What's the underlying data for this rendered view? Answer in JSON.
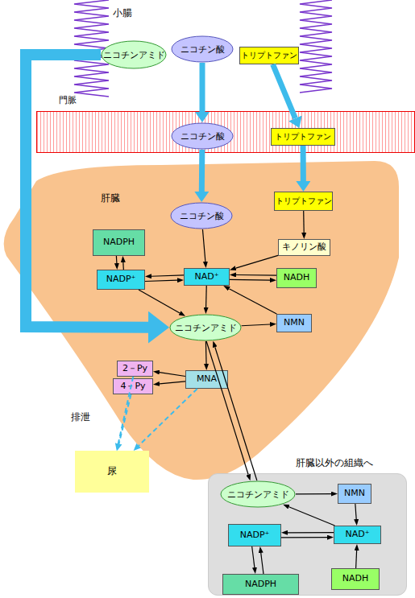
{
  "diagram": {
    "nodes": [
      {
        "text": [
          "ニコチンアミド"
        ]
      },
      {
        "text": [
          "ニコチン酸"
        ]
      },
      {
        "text": [
          "トリプトファン"
        ]
      },
      {
        "text": [
          "門脈"
        ]
      },
      {
        "text": [
          "ニコチン酸"
        ],
        "in": 3
      },
      {
        "text": [
          "トリプトファン"
        ],
        "in": 3
      },
      {
        "text": [
          "肝臓"
        ]
      },
      {
        "text": [
          "ニコチン酸"
        ],
        "in": 6
      },
      {
        "text": [
          "トリプトファン"
        ],
        "in": 6
      },
      {
        "text": [
          "NADPH"
        ],
        "in": 6
      },
      {
        "text": [
          "キノリン酸"
        ],
        "in": 6
      },
      {
        "text": [
          "NADP⁺"
        ],
        "in": 6
      },
      {
        "text": [
          "NAD⁺"
        ],
        "in": 6
      },
      {
        "text": [
          "NADH"
        ],
        "in": 6
      },
      {
        "text": [
          "ニコチンアミド"
        ],
        "in": 6
      },
      {
        "text": [
          "NMN"
        ],
        "in": 6
      },
      {
        "text": [
          "2－Py"
        ],
        "in": 6
      },
      {
        "text": [
          "4－Py"
        ],
        "in": 6
      },
      {
        "text": [
          "MNA"
        ],
        "in": 6
      },
      {
        "text": [
          "尿"
        ]
      },
      {
        "text": [
          "肝臓以外の組織へ"
        ]
      },
      {
        "text": [
          "ニコチンアミド"
        ],
        "in": 20
      },
      {
        "text": [
          "NMN"
        ],
        "in": 20
      },
      {
        "text": [
          "NADP⁺"
        ],
        "in": 20
      },
      {
        "text": [
          "NAD⁺"
        ],
        "in": 20
      },
      {
        "text": [
          "NADPH"
        ],
        "in": 20
      },
      {
        "text": [
          "NADH"
        ],
        "in": 20
      }
    ],
    "edges": [
      {
        "from": 0,
        "to": 14,
        "arrow": "to"
      },
      {
        "from": 1,
        "to": 4,
        "arrow": "to"
      },
      {
        "from": 2,
        "to": 5,
        "arrow": "to"
      },
      {
        "from": 4,
        "to": 7,
        "arrow": "to"
      },
      {
        "from": 5,
        "to": 8,
        "arrow": "to"
      },
      {
        "from": 7,
        "to": 12,
        "arrow": "to"
      },
      {
        "from": 8,
        "to": 10,
        "arrow": "to"
      },
      {
        "from": 10,
        "to": 12,
        "arrow": "to"
      },
      {
        "from": 11,
        "to": 9,
        "arrow": "to"
      },
      {
        "from": 9,
        "to": 11,
        "arrow": "to"
      },
      {
        "from": 12,
        "to": 11,
        "arrow": "to"
      },
      {
        "from": 11,
        "to": 12,
        "arrow": "to"
      },
      {
        "from": 12,
        "to": 13,
        "arrow": "to"
      },
      {
        "from": 13,
        "to": 12,
        "arrow": "to"
      },
      {
        "from": 11,
        "to": 14,
        "arrow": "to"
      },
      {
        "from": 12,
        "to": 14,
        "arrow": "to"
      },
      {
        "from": 15,
        "to": 12,
        "arrow": "to"
      },
      {
        "from": 14,
        "to": 15,
        "arrow": "to"
      },
      {
        "from": 14,
        "to": 18,
        "arrow": "to"
      },
      {
        "from": 18,
        "to": 16,
        "arrow": "to"
      },
      {
        "from": 18,
        "to": 17,
        "arrow": "to"
      },
      {
        "from": 14,
        "to": 21,
        "arrow": "to"
      },
      {
        "from": 21,
        "to": 14,
        "arrow": "to"
      },
      {
        "from": 16,
        "to": 19,
        "arrow": "to"
      },
      {
        "from": 17,
        "to": 19,
        "arrow": "to"
      },
      {
        "from": 18,
        "to": 19,
        "arrow": "to"
      },
      {
        "from": 21,
        "to": 22,
        "arrow": "to"
      },
      {
        "from": 22,
        "to": 24,
        "arrow": "to"
      },
      {
        "from": 24,
        "to": 21,
        "arrow": "to"
      },
      {
        "from": 23,
        "to": 24,
        "arrow": "to"
      },
      {
        "from": 24,
        "to": 23,
        "arrow": "to"
      },
      {
        "from": 23,
        "to": 25,
        "arrow": "to"
      },
      {
        "from": 25,
        "to": 23,
        "arrow": "to"
      },
      {
        "from": 26,
        "to": 24,
        "arrow": "to"
      }
    ],
    "labels": [
      "小腸",
      "排泄"
    ]
  }
}
